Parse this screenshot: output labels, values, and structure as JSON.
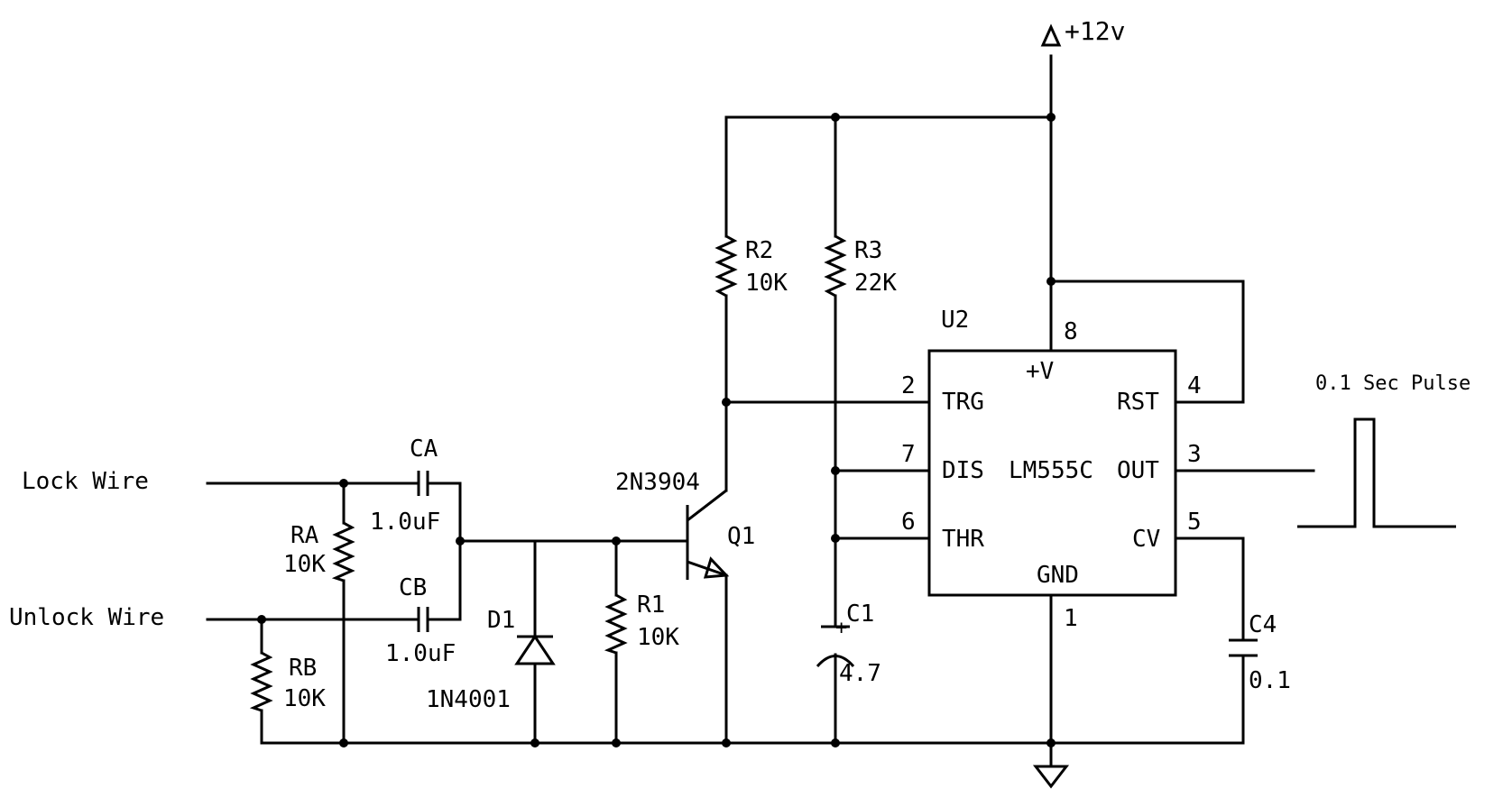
{
  "power": {
    "supply": "+12v"
  },
  "inputs": {
    "lock": "Lock Wire",
    "unlock": "Unlock Wire"
  },
  "components": {
    "RA": {
      "ref": "RA",
      "value": "10K"
    },
    "RB": {
      "ref": "RB",
      "value": "10K"
    },
    "CA": {
      "ref": "CA",
      "value": "1.0uF"
    },
    "CB": {
      "ref": "CB",
      "value": "1.0uF"
    },
    "D1": {
      "ref": "D1",
      "value": "1N4001"
    },
    "R1": {
      "ref": "R1",
      "value": "10K"
    },
    "R2": {
      "ref": "R2",
      "value": "10K"
    },
    "R3": {
      "ref": "R3",
      "value": "22K"
    },
    "Q1": {
      "ref": "Q1",
      "value": "2N3904"
    },
    "C1": {
      "ref": "C1",
      "value": "4.7",
      "polarity": "+"
    },
    "C4": {
      "ref": "C4",
      "value": "0.1"
    },
    "U2": {
      "ref": "U2",
      "part": "LM555C",
      "supply_label": "+V",
      "gnd_label": "GND",
      "pins": {
        "trg": {
          "num": "2",
          "name": "TRG"
        },
        "dis": {
          "num": "7",
          "name": "DIS"
        },
        "thr": {
          "num": "6",
          "name": "THR"
        },
        "vcc": {
          "num": "8"
        },
        "rst": {
          "num": "4",
          "name": "RST"
        },
        "out": {
          "num": "3",
          "name": "OUT"
        },
        "cv": {
          "num": "5",
          "name": "CV"
        },
        "gnd": {
          "num": "1"
        }
      }
    }
  },
  "output": {
    "pulse_label": "0.1 Sec Pulse"
  }
}
